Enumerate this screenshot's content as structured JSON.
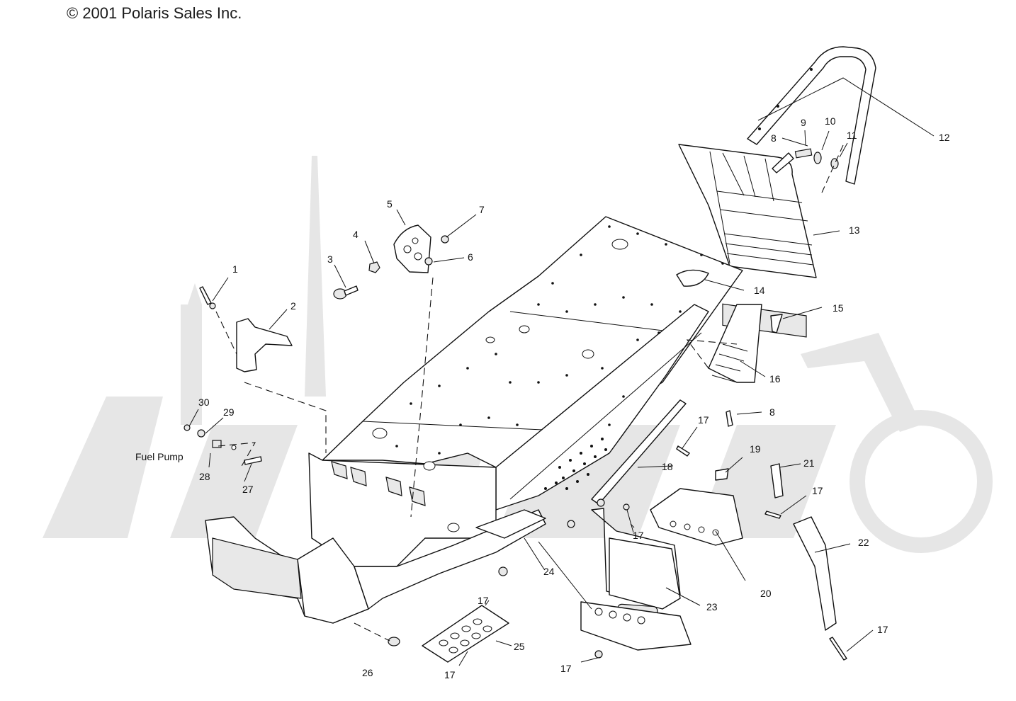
{
  "copyright": "© 2001 Polaris Sales Inc.",
  "callouts": [
    {
      "id": "1",
      "label": "1"
    },
    {
      "id": "2",
      "label": "2"
    },
    {
      "id": "3",
      "label": "3"
    },
    {
      "id": "4",
      "label": "4"
    },
    {
      "id": "5",
      "label": "5"
    },
    {
      "id": "6",
      "label": "6"
    },
    {
      "id": "7",
      "label": "7"
    },
    {
      "id": "8a",
      "label": "8"
    },
    {
      "id": "8b",
      "label": "8"
    },
    {
      "id": "9",
      "label": "9"
    },
    {
      "id": "10",
      "label": "10"
    },
    {
      "id": "11",
      "label": "11"
    },
    {
      "id": "12",
      "label": "12"
    },
    {
      "id": "13",
      "label": "13"
    },
    {
      "id": "14",
      "label": "14"
    },
    {
      "id": "15",
      "label": "15"
    },
    {
      "id": "16",
      "label": "16"
    },
    {
      "id": "17a",
      "label": "17"
    },
    {
      "id": "17b",
      "label": "17"
    },
    {
      "id": "17c",
      "label": "17"
    },
    {
      "id": "17d",
      "label": "17"
    },
    {
      "id": "17e",
      "label": "17"
    },
    {
      "id": "17f",
      "label": "17"
    },
    {
      "id": "17g",
      "label": "17"
    },
    {
      "id": "18",
      "label": "18"
    },
    {
      "id": "19",
      "label": "19"
    },
    {
      "id": "20",
      "label": "20"
    },
    {
      "id": "21",
      "label": "21"
    },
    {
      "id": "22",
      "label": "22"
    },
    {
      "id": "23",
      "label": "23"
    },
    {
      "id": "24",
      "label": "24"
    },
    {
      "id": "25",
      "label": "25"
    },
    {
      "id": "26",
      "label": "26"
    },
    {
      "id": "27",
      "label": "27"
    },
    {
      "id": "28",
      "label": "28"
    },
    {
      "id": "29",
      "label": "29"
    },
    {
      "id": "30",
      "label": "30"
    }
  ],
  "annotations": {
    "fuel_pump": "Fuel Pump"
  },
  "colors": {
    "ink": "#111111",
    "watermark": "#e6e6e6",
    "background": "#ffffff"
  }
}
